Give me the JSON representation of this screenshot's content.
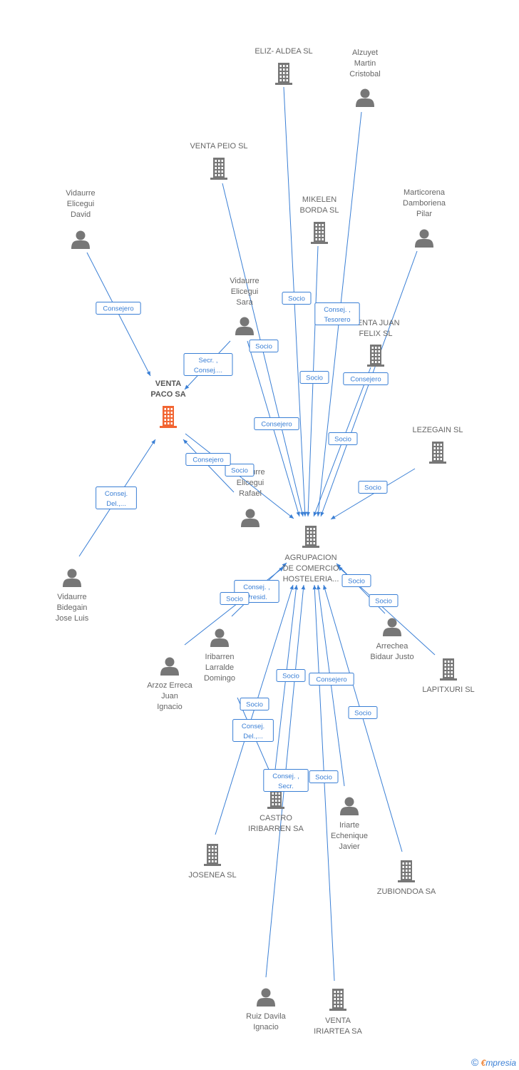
{
  "colors": {
    "edge": "#3a7fd5",
    "node": "#777777",
    "focus": "#f26532"
  },
  "nodes": [
    {
      "id": "venta_paco",
      "type": "company",
      "focus": true,
      "lines": [
        "VENTA",
        "PACO SA"
      ]
    },
    {
      "id": "agrupacion",
      "type": "company",
      "lines": [
        "AGRUPACION",
        "DE COMERCIO",
        "HOSTELERIA..."
      ]
    },
    {
      "id": "eliz_aldea",
      "type": "company",
      "lines": [
        "ELIZ- ALDEA  SL"
      ]
    },
    {
      "id": "alzuyet",
      "type": "person",
      "lines": [
        "Alzuyet",
        "Martin",
        "Cristobal"
      ]
    },
    {
      "id": "venta_peio",
      "type": "company",
      "lines": [
        "VENTA PEIO SL"
      ]
    },
    {
      "id": "mikelen",
      "type": "company",
      "lines": [
        "MIKELEN",
        "BORDA  SL"
      ]
    },
    {
      "id": "marticorena",
      "type": "person",
      "lines": [
        "Marticorena",
        "Damboriena",
        "Pilar"
      ]
    },
    {
      "id": "vid_david",
      "type": "person",
      "lines": [
        "Vidaurre",
        "Elicegui",
        "David"
      ]
    },
    {
      "id": "vid_sara",
      "type": "person",
      "lines": [
        "Vidaurre",
        "Elicegui",
        "Sara"
      ]
    },
    {
      "id": "venta_juan",
      "type": "company",
      "lines": [
        "VENTA JUAN",
        "FELIX  SL"
      ]
    },
    {
      "id": "lezegain",
      "type": "company",
      "lines": [
        "LEZEGAIN SL"
      ]
    },
    {
      "id": "vid_rafael",
      "type": "person",
      "lines": [
        "Vidaurre",
        "Elicegui",
        "Rafael"
      ]
    },
    {
      "id": "vid_bidegain",
      "type": "person",
      "lines": [
        "Vidaurre",
        "Bidegain",
        "Jose Luis"
      ]
    },
    {
      "id": "arrechea",
      "type": "person",
      "lines": [
        "Arrechea",
        "Bidaur Justo"
      ]
    },
    {
      "id": "lapitxuri",
      "type": "company",
      "lines": [
        "LAPITXURI SL"
      ]
    },
    {
      "id": "iribarren",
      "type": "person",
      "lines": [
        "Iribarren",
        "Larralde",
        "Domingo"
      ]
    },
    {
      "id": "arzoz",
      "type": "person",
      "lines": [
        "Arzoz Erreca",
        "Juan",
        "Ignacio"
      ]
    },
    {
      "id": "castro",
      "type": "company",
      "lines": [
        "CASTRO",
        "IRIBARREN SA"
      ]
    },
    {
      "id": "iriarte",
      "type": "person",
      "lines": [
        "Iriarte",
        "Echenique",
        "Javier"
      ]
    },
    {
      "id": "josenea",
      "type": "company",
      "lines": [
        "JOSENEA SL"
      ]
    },
    {
      "id": "zubiondoa",
      "type": "company",
      "lines": [
        "ZUBIONDOA SA"
      ]
    },
    {
      "id": "ruiz",
      "type": "person",
      "lines": [
        "Ruiz Davila",
        "Ignacio"
      ]
    },
    {
      "id": "venta_iriartea",
      "type": "company",
      "lines": [
        "VENTA",
        "IRIARTEA SA"
      ]
    }
  ],
  "edges": [
    {
      "from": "eliz_aldea",
      "to": "agrupacion",
      "label": [
        "Socio"
      ]
    },
    {
      "from": "alzuyet",
      "to": "agrupacion",
      "label": [
        "Consej. ,",
        "Tesorero"
      ]
    },
    {
      "from": "venta_peio",
      "to": "agrupacion",
      "label": [
        "Socio"
      ]
    },
    {
      "from": "mikelen",
      "to": "agrupacion",
      "label": [
        "Socio"
      ]
    },
    {
      "from": "marticorena",
      "to": "agrupacion",
      "label": [
        "Consejero"
      ]
    },
    {
      "from": "venta_juan",
      "to": "agrupacion",
      "label": [
        "Socio"
      ]
    },
    {
      "from": "vid_sara",
      "to": "agrupacion",
      "label": [
        "Consejero"
      ]
    },
    {
      "from": "vid_david",
      "to": "venta_paco",
      "label": [
        "Consejero"
      ]
    },
    {
      "from": "vid_sara",
      "to": "venta_paco",
      "label": [
        "Secr. ,",
        "Consej...."
      ]
    },
    {
      "from": "venta_paco",
      "to": "agrupacion",
      "label": [
        "Socio"
      ]
    },
    {
      "from": "vid_rafael",
      "to": "venta_paco",
      "label": [
        "Consejero"
      ]
    },
    {
      "from": "vid_bidegain",
      "to": "venta_paco",
      "label": [
        "Consej.",
        "Del.,..."
      ]
    },
    {
      "from": "lezegain",
      "to": "agrupacion",
      "label": [
        "Socio"
      ]
    },
    {
      "from": "iribarren",
      "to": "agrupacion",
      "label": [
        "Consej. ,",
        "Presid."
      ]
    },
    {
      "from": "arzoz",
      "to": "agrupacion",
      "label": [
        "Socio"
      ]
    },
    {
      "from": "arrechea",
      "to": "agrupacion",
      "label": [
        "Socio"
      ]
    },
    {
      "from": "lapitxuri",
      "to": "agrupacion",
      "label": [
        "Socio"
      ]
    },
    {
      "from": "castro",
      "to": "agrupacion",
      "label": [
        "Socio"
      ]
    },
    {
      "from": "iriarte",
      "to": "agrupacion",
      "label": [
        "Consejero"
      ]
    },
    {
      "from": "iribarren",
      "to": "castro",
      "label": [
        "Socio"
      ]
    },
    {
      "from": "zubiondoa",
      "to": "agrupacion",
      "label": [
        "Socio"
      ]
    },
    {
      "from": "josenea",
      "to": "agrupacion",
      "label": [
        "Consej.",
        "Del.,..."
      ]
    },
    {
      "from": "ruiz",
      "to": "agrupacion",
      "label": [
        "Consej. ,",
        "Secr."
      ]
    },
    {
      "from": "venta_iriartea",
      "to": "agrupacion",
      "label": [
        "Socio"
      ]
    }
  ],
  "footer": {
    "copyright": "©",
    "brand_initial": "€",
    "brand_rest": "mpresia"
  }
}
